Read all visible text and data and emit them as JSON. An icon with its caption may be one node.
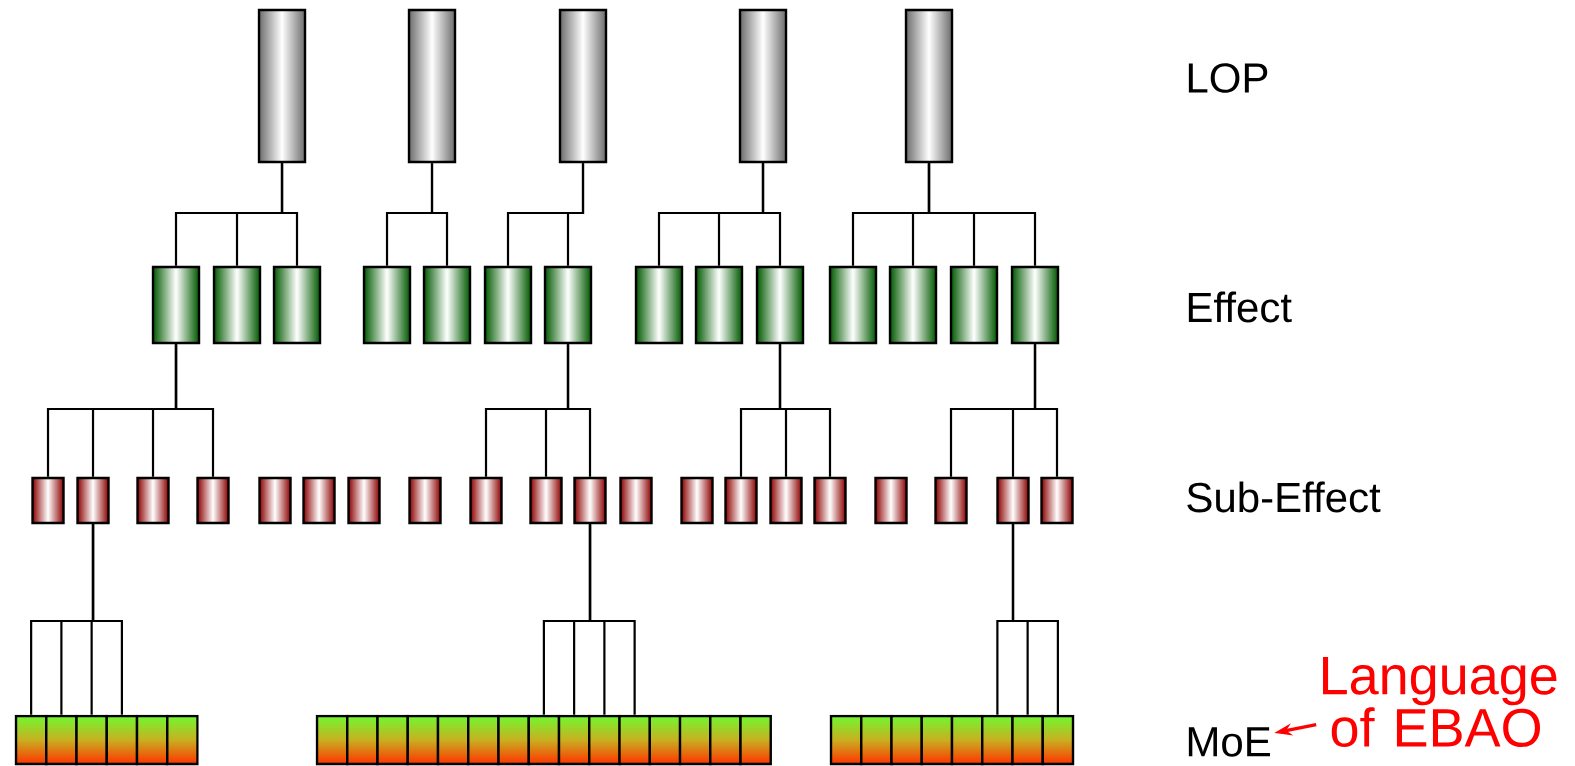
{
  "diagram": {
    "nodes": [
      {
        "text": [],
        "shape": "bar"
      },
      {
        "text": [],
        "shape": "bar"
      },
      {
        "text": [],
        "shape": "bar"
      },
      {
        "text": [],
        "shape": "bar"
      },
      {
        "text": [],
        "shape": "bar"
      },
      {
        "text": [],
        "shape": "box"
      },
      {
        "text": [],
        "shape": "box"
      },
      {
        "text": [],
        "shape": "box"
      },
      {
        "text": [],
        "shape": "box"
      },
      {
        "text": [],
        "shape": "box"
      },
      {
        "text": [],
        "shape": "box"
      },
      {
        "text": [],
        "shape": "box"
      },
      {
        "text": [],
        "shape": "box"
      },
      {
        "text": [],
        "shape": "box"
      },
      {
        "text": [],
        "shape": "box"
      },
      {
        "text": [],
        "shape": "box"
      },
      {
        "text": [],
        "shape": "box"
      },
      {
        "text": [],
        "shape": "box"
      },
      {
        "text": [],
        "shape": "box"
      },
      {
        "text": [],
        "shape": "box"
      },
      {
        "text": [],
        "shape": "box"
      },
      {
        "text": [],
        "shape": "box"
      },
      {
        "text": [],
        "shape": "box"
      },
      {
        "text": [],
        "shape": "box"
      },
      {
        "text": [],
        "shape": "box"
      },
      {
        "text": [],
        "shape": "box"
      },
      {
        "text": [],
        "shape": "box"
      },
      {
        "text": [],
        "shape": "box"
      },
      {
        "text": [],
        "shape": "box"
      },
      {
        "text": [],
        "shape": "box"
      },
      {
        "text": [],
        "shape": "box"
      },
      {
        "text": [],
        "shape": "box"
      },
      {
        "text": [],
        "shape": "box"
      },
      {
        "text": [],
        "shape": "box"
      },
      {
        "text": [],
        "shape": "box"
      },
      {
        "text": [],
        "shape": "box"
      },
      {
        "text": [],
        "shape": "box"
      },
      {
        "text": [],
        "shape": "box"
      },
      {
        "text": [],
        "shape": "box"
      },
      {
        "text": [],
        "shape": "box"
      },
      {
        "text": [],
        "shape": "box"
      },
      {
        "text": [],
        "shape": "box"
      },
      {
        "text": [],
        "shape": "box"
      },
      {
        "text": [],
        "shape": "box"
      },
      {
        "text": [],
        "shape": "box"
      },
      {
        "text": [],
        "shape": "box"
      },
      {
        "text": [],
        "shape": "box"
      },
      {
        "text": [],
        "shape": "box"
      },
      {
        "text": [],
        "shape": "box"
      },
      {
        "text": [],
        "shape": "box"
      },
      {
        "text": [],
        "shape": "box"
      },
      {
        "text": [],
        "shape": "box"
      },
      {
        "text": [],
        "shape": "box"
      },
      {
        "text": [],
        "shape": "box"
      },
      {
        "text": [],
        "shape": "box"
      },
      {
        "text": [],
        "shape": "box"
      },
      {
        "text": [],
        "shape": "box"
      },
      {
        "text": [],
        "shape": "box"
      },
      {
        "text": [],
        "shape": "box"
      },
      {
        "text": [],
        "shape": "box"
      },
      {
        "text": [],
        "shape": "box"
      },
      {
        "text": [],
        "shape": "box"
      },
      {
        "text": [],
        "shape": "box"
      },
      {
        "text": [],
        "shape": "box"
      },
      {
        "text": [],
        "shape": "box"
      },
      {
        "text": [],
        "shape": "box"
      },
      {
        "text": [],
        "shape": "box"
      },
      {
        "text": [],
        "shape": "box"
      },
      {
        "text": [
          "MoE"
        ]
      },
      {
        "text": [
          "Language of EBAO"
        ]
      }
    ],
    "edges": [
      {
        "from": 0,
        "to": 5,
        "arrow": "none"
      },
      {
        "from": 0,
        "to": 6,
        "arrow": "none"
      },
      {
        "from": 0,
        "to": 7,
        "arrow": "none"
      },
      {
        "from": 1,
        "to": 8,
        "arrow": "none"
      },
      {
        "from": 1,
        "to": 9,
        "arrow": "none"
      },
      {
        "from": 2,
        "to": 10,
        "arrow": "none"
      },
      {
        "from": 2,
        "to": 11,
        "arrow": "none"
      },
      {
        "from": 3,
        "to": 12,
        "arrow": "none"
      },
      {
        "from": 3,
        "to": 13,
        "arrow": "none"
      },
      {
        "from": 3,
        "to": 14,
        "arrow": "none"
      },
      {
        "from": 4,
        "to": 15,
        "arrow": "none"
      },
      {
        "from": 4,
        "to": 16,
        "arrow": "none"
      },
      {
        "from": 4,
        "to": 17,
        "arrow": "none"
      },
      {
        "from": 4,
        "to": 18,
        "arrow": "none"
      },
      {
        "from": 5,
        "to": 19,
        "arrow": "none"
      },
      {
        "from": 5,
        "to": 20,
        "arrow": "none"
      },
      {
        "from": 5,
        "to": 21,
        "arrow": "none"
      },
      {
        "from": 5,
        "to": 22,
        "arrow": "none"
      },
      {
        "from": 11,
        "to": 27,
        "arrow": "none"
      },
      {
        "from": 11,
        "to": 28,
        "arrow": "none"
      },
      {
        "from": 11,
        "to": 29,
        "arrow": "none"
      },
      {
        "from": 14,
        "to": 32,
        "arrow": "none"
      },
      {
        "from": 14,
        "to": 33,
        "arrow": "none"
      },
      {
        "from": 14,
        "to": 34,
        "arrow": "none"
      },
      {
        "from": 18,
        "to": 36,
        "arrow": "none"
      },
      {
        "from": 18,
        "to": 37,
        "arrow": "none"
      },
      {
        "from": 18,
        "to": 38,
        "arrow": "none"
      },
      {
        "from": 20,
        "to": 39,
        "arrow": "none"
      },
      {
        "from": 20,
        "to": 40,
        "arrow": "none"
      },
      {
        "from": 20,
        "to": 41,
        "arrow": "none"
      },
      {
        "from": 20,
        "to": 42,
        "arrow": "none"
      },
      {
        "from": 29,
        "to": 52,
        "arrow": "none"
      },
      {
        "from": 29,
        "to": 53,
        "arrow": "none"
      },
      {
        "from": 29,
        "to": 54,
        "arrow": "none"
      },
      {
        "from": 29,
        "to": 55,
        "arrow": "none"
      },
      {
        "from": 37,
        "to": 65,
        "arrow": "none"
      },
      {
        "from": 37,
        "to": 66,
        "arrow": "none"
      },
      {
        "from": 37,
        "to": 67,
        "arrow": "none"
      },
      {
        "from": 69,
        "to": 68,
        "arrow": "to",
        "color": "#ff0000"
      }
    ],
    "labels": [
      "LOP",
      "Effect",
      "Sub-Effect"
    ]
  }
}
